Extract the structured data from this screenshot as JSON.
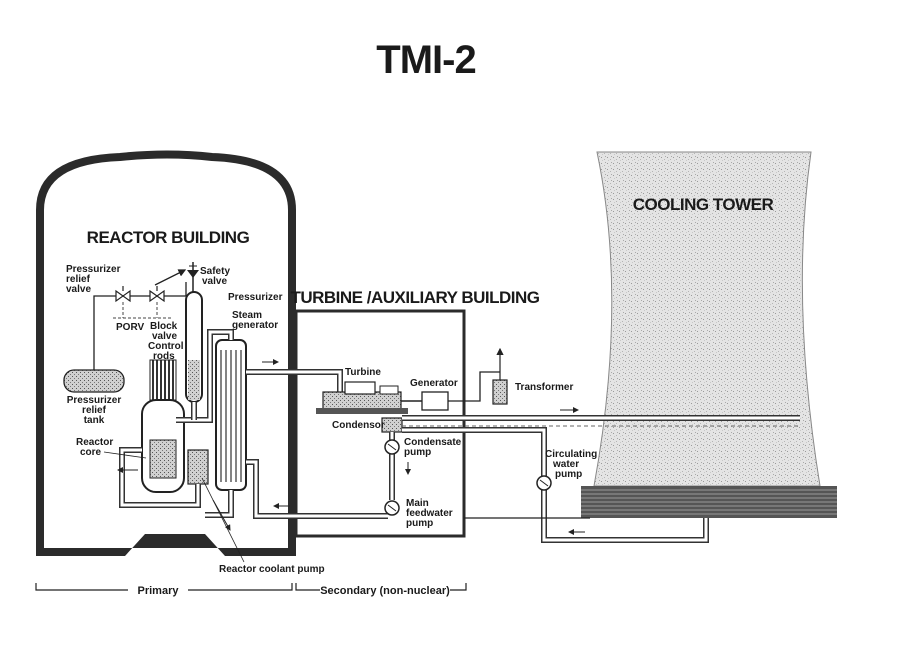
{
  "title": "TMI-2",
  "buildings": {
    "reactor": "REACTOR BUILDING",
    "turbine": "TURBINE /AUXILIARY BUILDING",
    "cooling_tower": "COOLING TOWER"
  },
  "components": {
    "pressurizer_relief_valve": [
      "Pressurizer",
      "relief",
      "valve"
    ],
    "safety_valve": [
      "Safety",
      "valve"
    ],
    "pressurizer": "Pressurizer",
    "steam_generator": [
      "Steam",
      "generator"
    ],
    "porv": "PORV",
    "block_valve": [
      "Block",
      "valve"
    ],
    "control_rods": [
      "Control",
      "rods"
    ],
    "pressurizer_relief_tank": [
      "Pressurizer",
      "relief",
      "tank"
    ],
    "reactor_core": [
      "Reactor",
      "core"
    ],
    "reactor_coolant_pump": "Reactor coolant pump",
    "turbine": "Turbine",
    "generator": "Generator",
    "transformer": "Transformer",
    "condensor": "Condensor",
    "condensate_pump": [
      "Condensate",
      "pump"
    ],
    "main_feedwater_pump": [
      "Main",
      "feedwater",
      "pump"
    ],
    "circulating_water_pump": [
      "Circulating",
      "water",
      "pump"
    ]
  },
  "footer": {
    "primary": "Primary",
    "secondary": "Secondary (non-nuclear)"
  }
}
